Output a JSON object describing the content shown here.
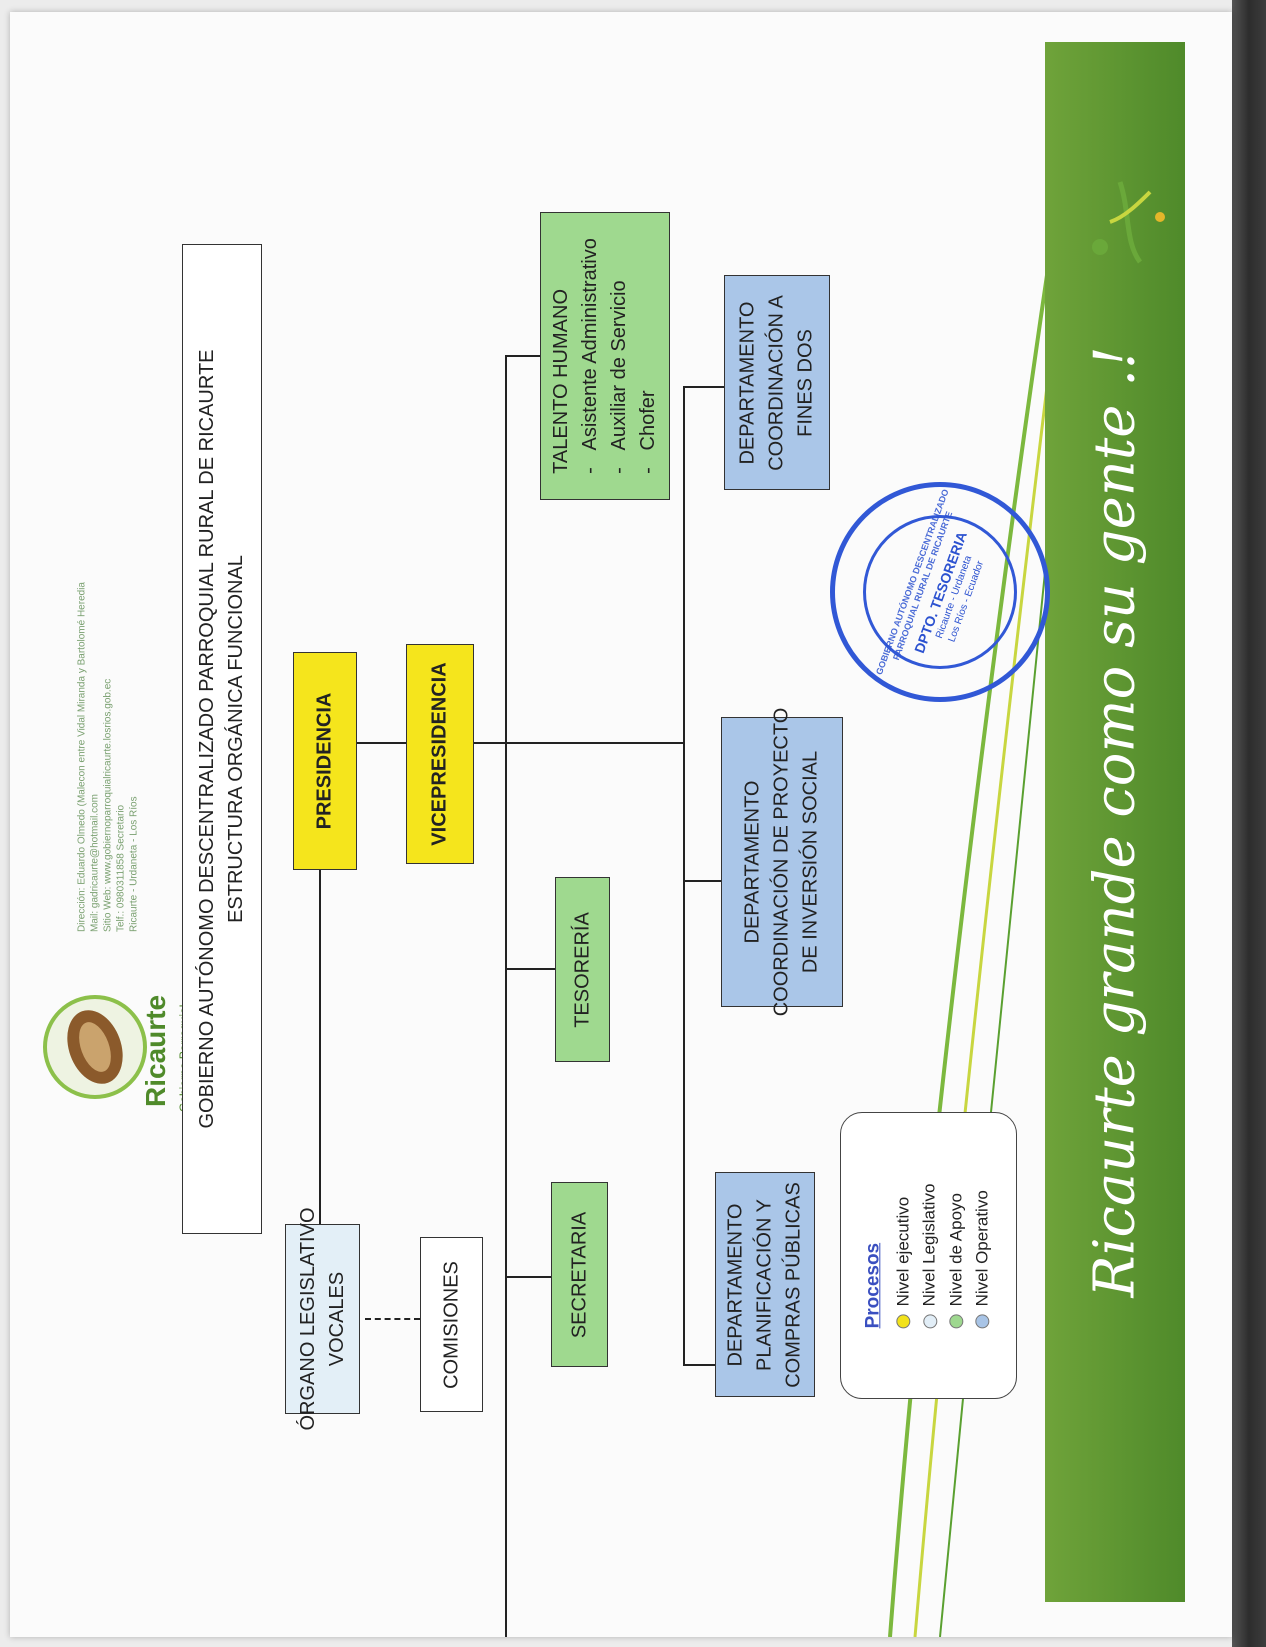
{
  "banner": {
    "slogan": "Ricaurte grande como su gente .!"
  },
  "header": {
    "title_line1": "GOBIERNO AUTÓNOMO DESCENTRALIZADO PARROQUIAL RURAL DE RICAURTE",
    "title_line2": "ESTRUCTURA ORGÁNICA FUNCIONAL",
    "logo_name": "Ricaurte",
    "logo_subtitle": "Gobierno Parroquial",
    "contact_lines": [
      "Dirección: Eduardo Olmedo (Malecon entre Vidal Miranda y Bartolomé Heredia",
      "Mail: gadricaurte@hotmail.com",
      "Sitio Web: www.gobiernoparroquialricaurte.losrios.gob.ec",
      "Telf.: 0980311858 Secretario",
      "Ricaurte - Urdaneta - Los Ríos"
    ]
  },
  "nodes": {
    "presidencia": "PRESIDENCIA",
    "vicepresidencia": "VICEPRESIDENCIA",
    "organo_legislativo": [
      "ÓRGANO LEGISLATIVO",
      "VOCALES"
    ],
    "comisiones": "COMISIONES",
    "secretaria": "SECRETARIA",
    "tesoreria": "TESORERÍA",
    "talento_humano": {
      "title": "TALENTO HUMANO",
      "items": [
        "Asistente Administrativo",
        "Auxiliar de Servicio",
        "Chofer"
      ],
      "bullet": "-"
    },
    "dept_planificacion": [
      "DEPARTAMENTO",
      "PLANIFICACIÓN Y",
      "COMPRAS PÚBLICAS"
    ],
    "dept_inversion": [
      "DEPARTAMENTO",
      "COORDINACIÓN DE PROYECTO",
      "DE INVERSIÓN SOCIAL"
    ],
    "dept_fines": [
      "DEPARTAMENTO",
      "COORDINACIÓN A",
      "FINES DOS"
    ]
  },
  "legend": {
    "title": "Procesos",
    "items": [
      {
        "label": "Nivel ejecutivo",
        "color": "#f2e21a"
      },
      {
        "label": "Nivel Legislativo",
        "color": "#e2eef7"
      },
      {
        "label": "Nivel de Apoyo",
        "color": "#9ed88f"
      },
      {
        "label": "Nivel Operativo",
        "color": "#a8c4e6"
      }
    ]
  },
  "stamp": {
    "ring_text": "GOBIERNO AUTÓNOMO DESCENTRALIZADO PARROQUIAL RURAL DE RICAURTE",
    "center_text": "DPTO. TESORERIA",
    "bottom_text": "Ricaurte - Urdaneta Los Ríos - Ecuador"
  },
  "colors": {
    "ejecutivo": "#f5e51c",
    "legislativo": "#e3eff7",
    "apoyo": "#9fd98f",
    "operativo": "#aac6e8",
    "banner_green": "#5c952f",
    "stamp_blue": "#3158d6"
  }
}
